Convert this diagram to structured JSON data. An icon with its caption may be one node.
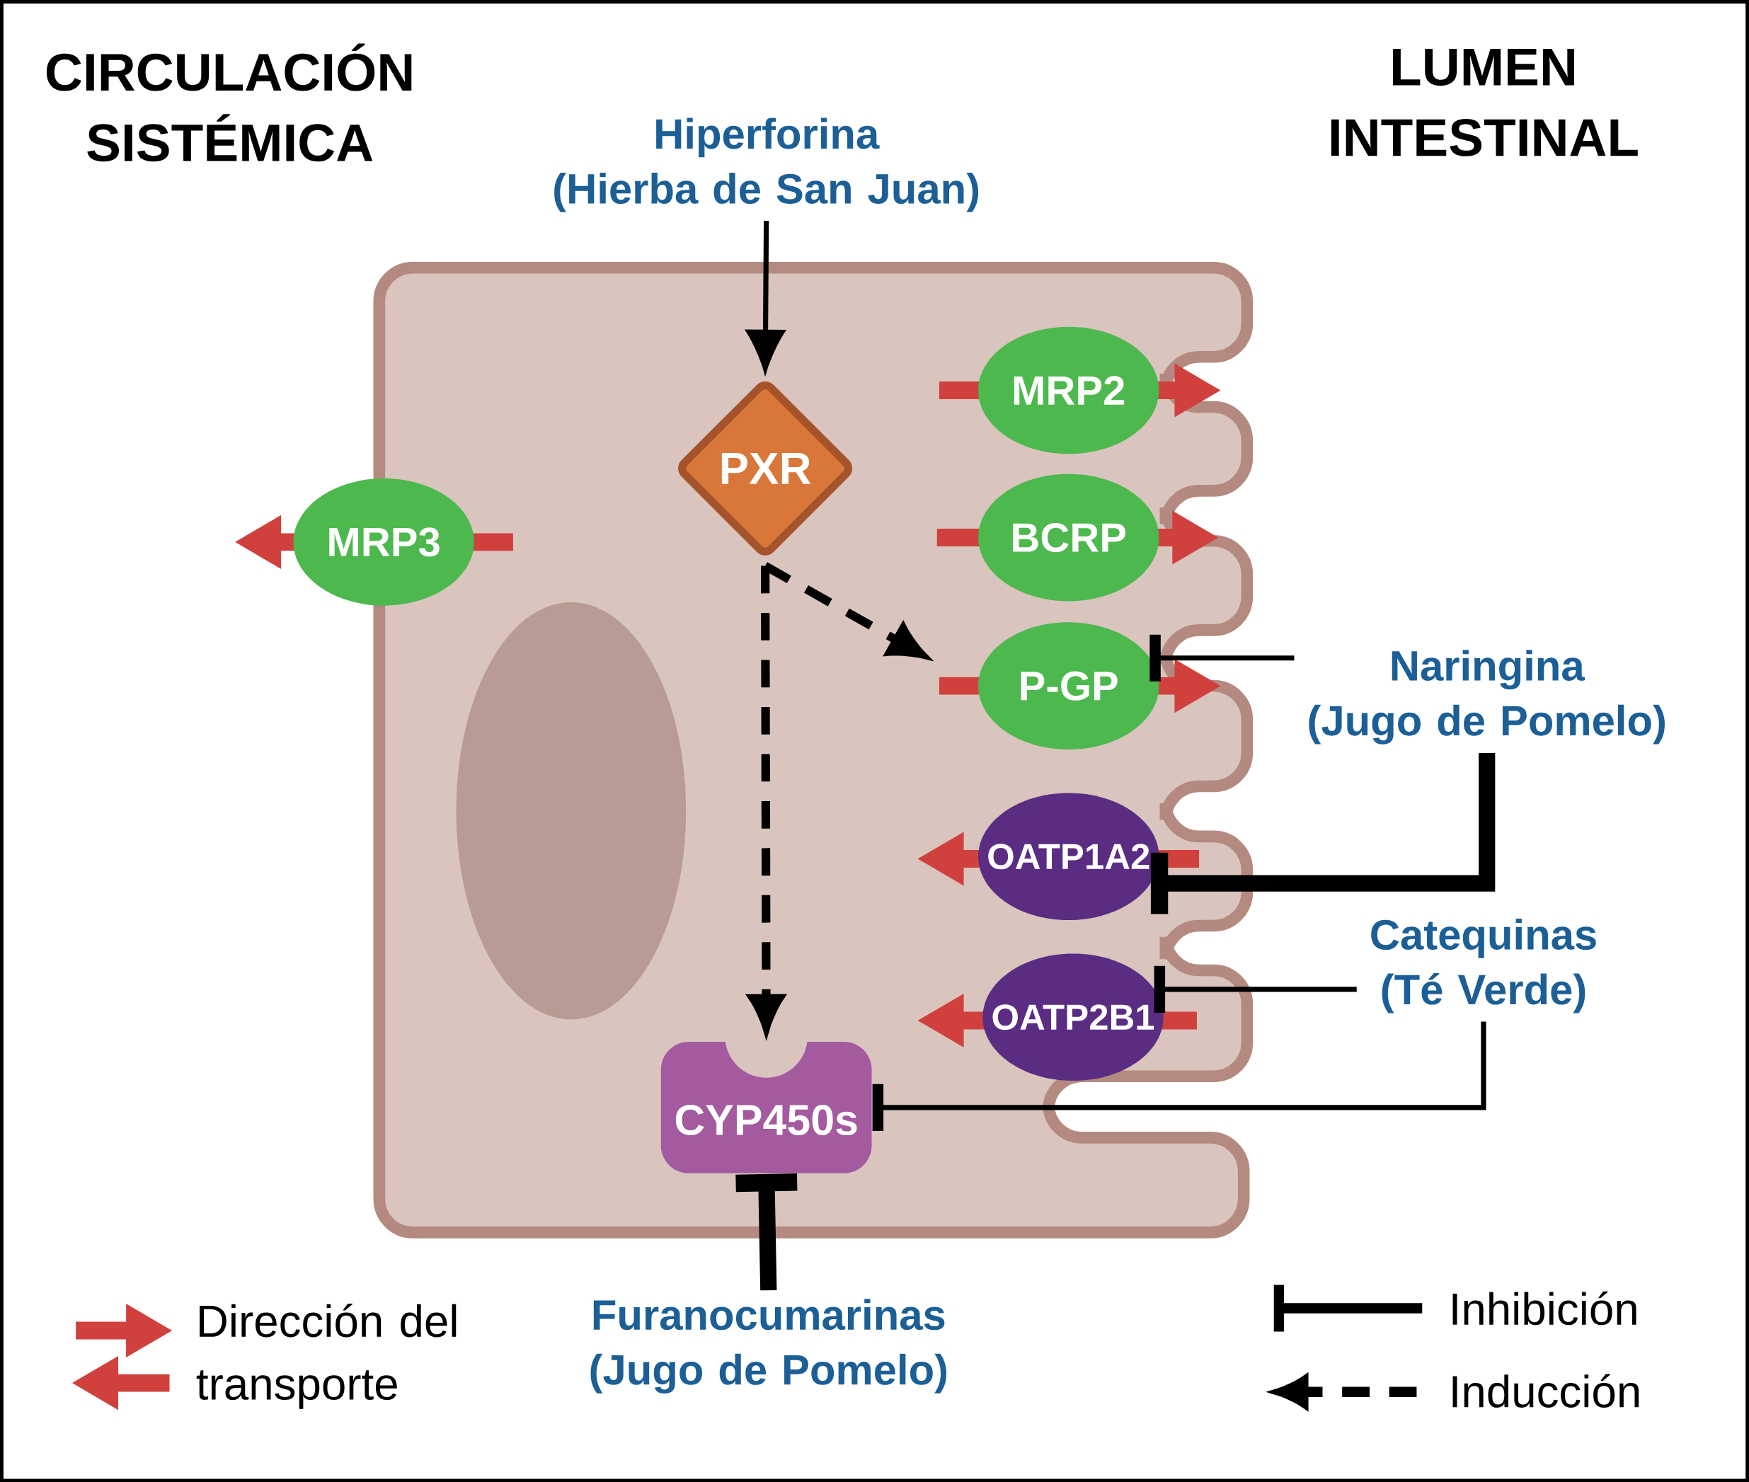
{
  "diagram": {
    "nodes": [
      {
        "text": [
          "Hiperforina (Hierba de San Juan)"
        ]
      },
      {
        "text": [
          "PXR"
        ]
      },
      {
        "text": [
          "MRP3"
        ]
      },
      {
        "text": [
          "MRP2"
        ]
      },
      {
        "text": [
          "BCRP"
        ]
      },
      {
        "text": [
          "P-GP"
        ]
      },
      {
        "text": [
          "OATP1A2"
        ]
      },
      {
        "text": [
          "OATP2B1"
        ]
      },
      {
        "text": [
          "CYP450s"
        ]
      },
      {
        "text": [
          "Naringina (Jugo de Pomelo)"
        ]
      },
      {
        "text": [
          "Catequinas (Té Verde)"
        ]
      },
      {
        "text": [
          "Furanocumarinas (Jugo de Pomelo)"
        ]
      }
    ],
    "edges": [
      {
        "from": 0,
        "to": 1,
        "arrow": "to"
      },
      {
        "from": 1,
        "to": 5,
        "arrow": "to",
        "style": "dashed"
      },
      {
        "from": 1,
        "to": 8,
        "arrow": "to",
        "style": "dashed"
      },
      {
        "from": 9,
        "to": 5,
        "arrow": "other"
      },
      {
        "from": 9,
        "to": 6,
        "arrow": "other",
        "style": "thick"
      },
      {
        "from": 10,
        "to": 7,
        "arrow": "other"
      },
      {
        "from": 10,
        "to": 8,
        "arrow": "other"
      },
      {
        "from": 11,
        "to": 8,
        "arrow": "other",
        "style": "thick"
      }
    ],
    "labels": [
      "CIRCULACIÓN SISTÉMICA",
      "LUMEN INTESTINAL"
    ],
    "legend": [
      {
        "text": "Dirección del transporte"
      },
      {
        "text": "Inhibición"
      },
      {
        "text": "Inducción"
      }
    ]
  }
}
